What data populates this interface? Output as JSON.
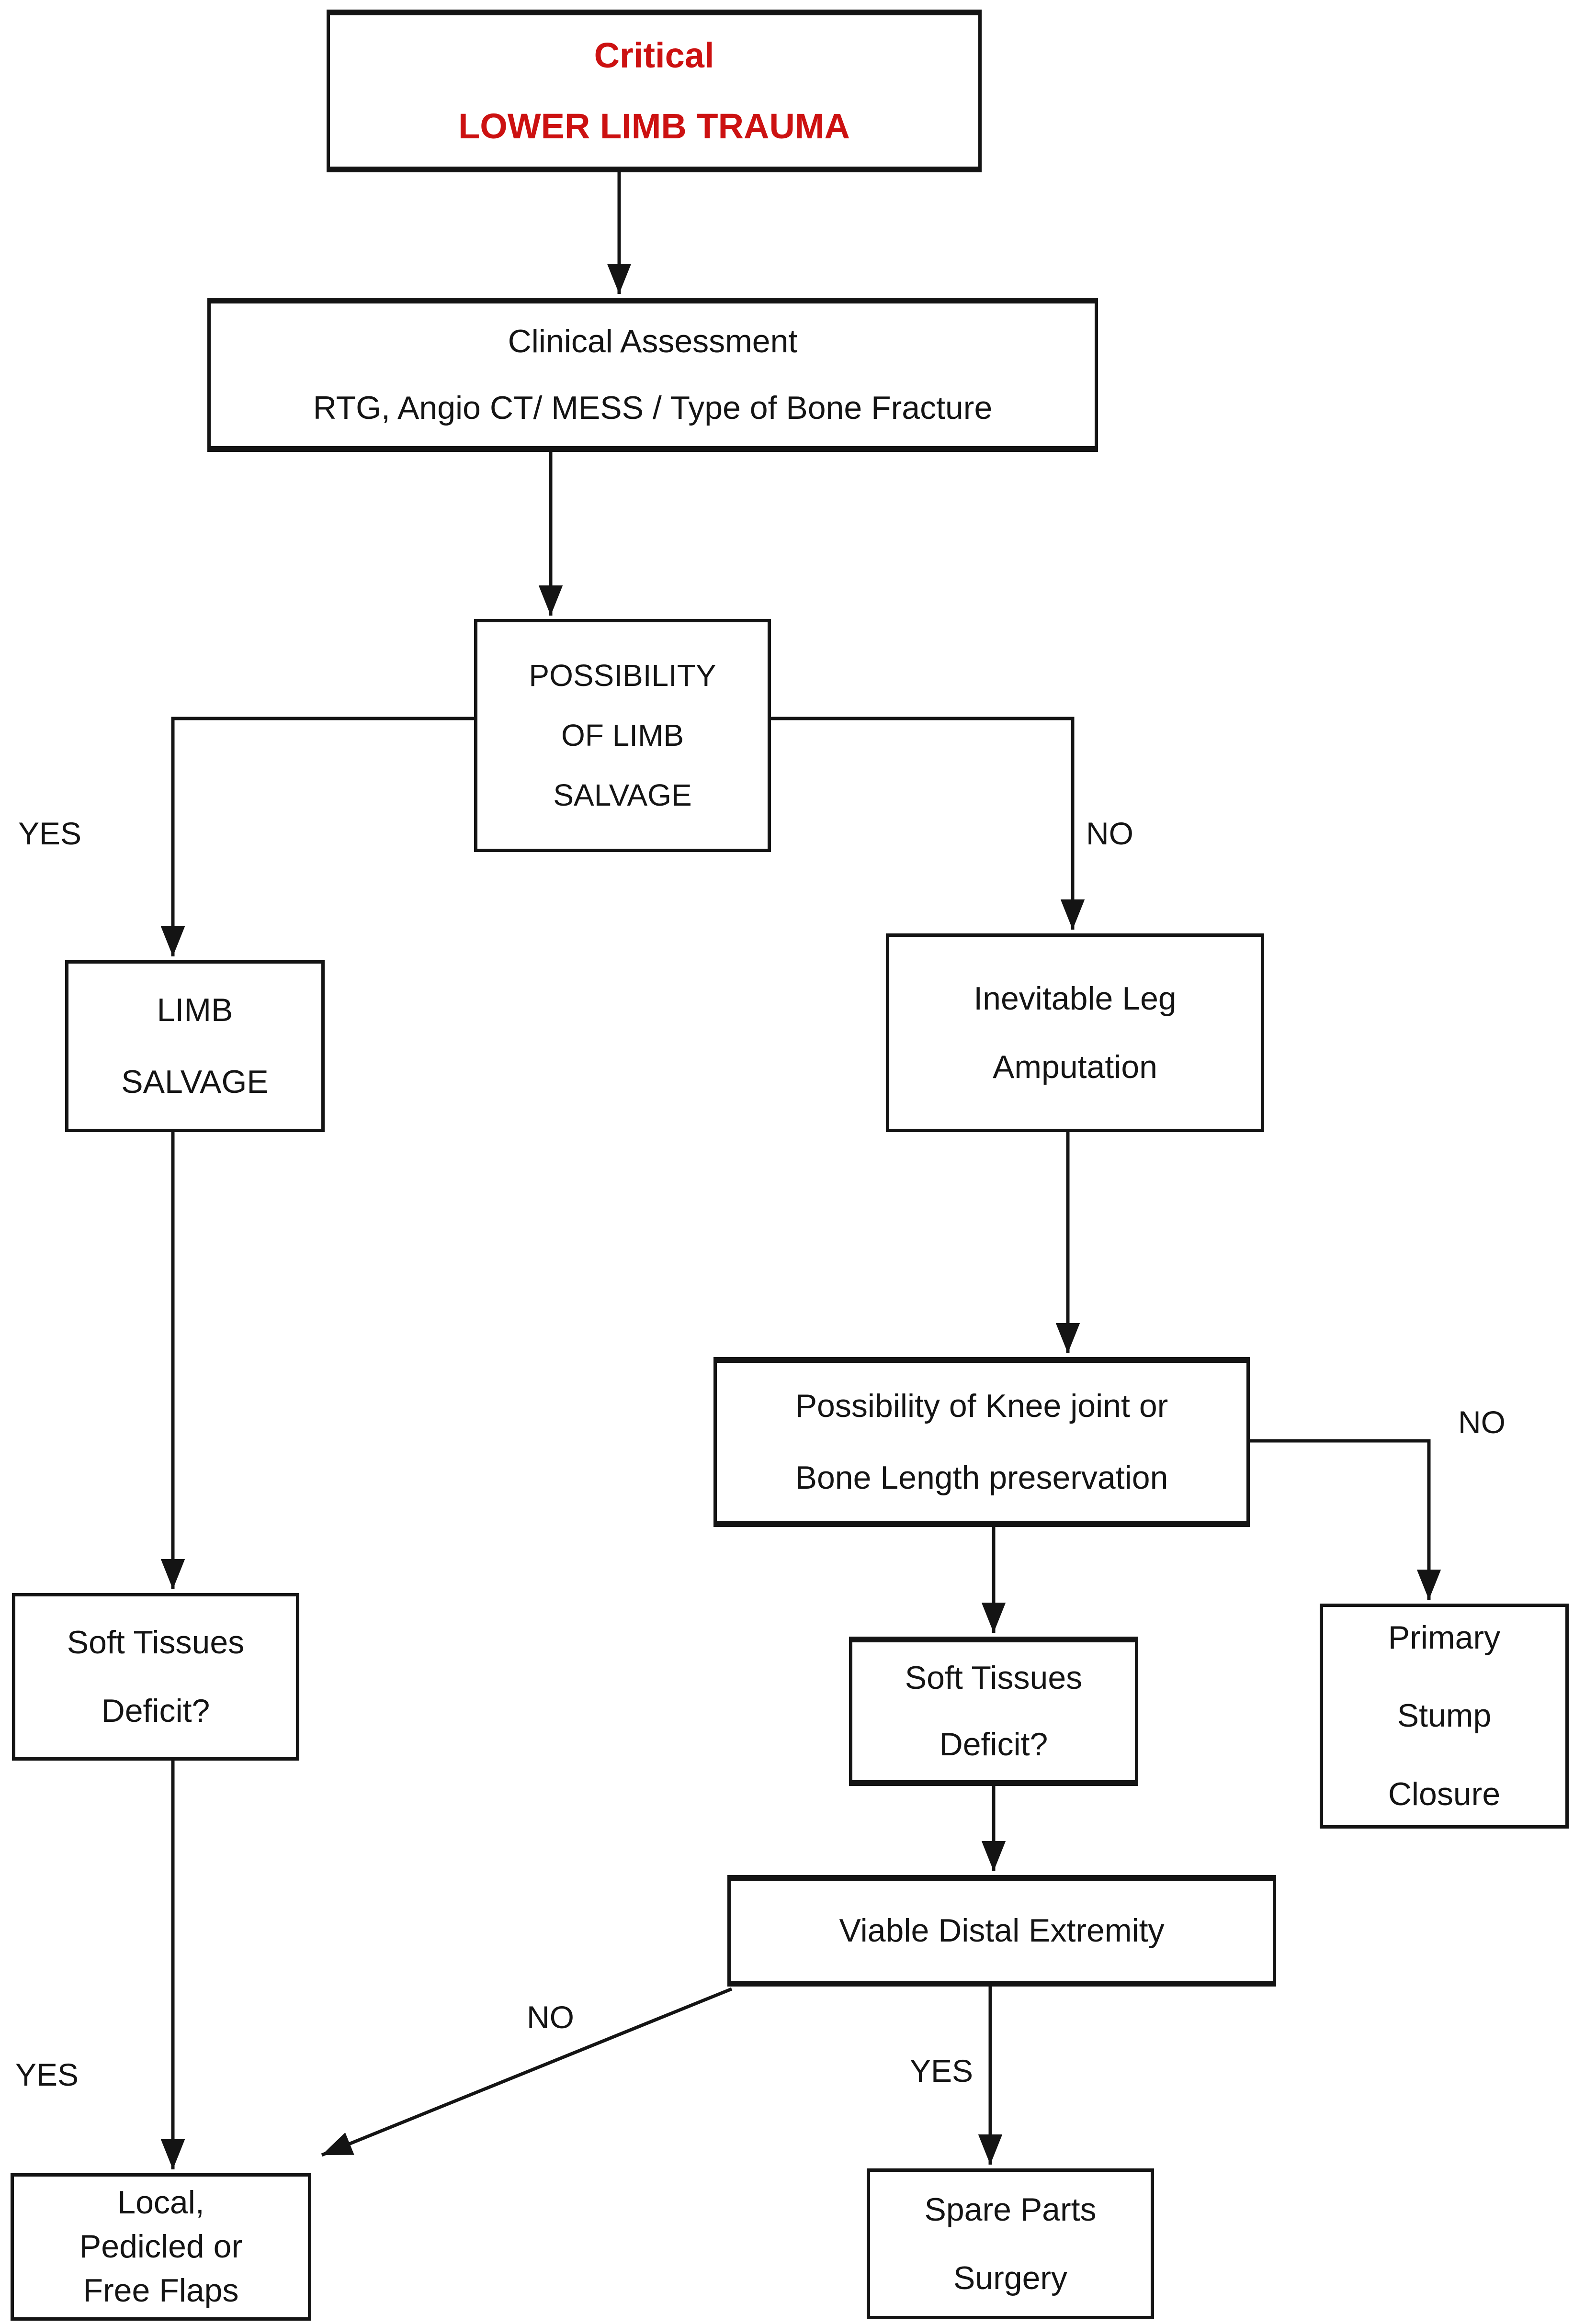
{
  "diagram_type": "medical-decision-flowchart",
  "colors": {
    "title_text": "#cc1111",
    "ink": "#141414",
    "background": "#ffffff"
  },
  "nodes": {
    "critical": {
      "lines": [
        "Critical",
        "LOWER LIMB TRAUMA"
      ]
    },
    "clinical": {
      "lines": [
        "Clinical Assessment",
        "RTG, Angio CT/ MESS / Type of Bone Fracture"
      ]
    },
    "possibility": {
      "lines": [
        "POSSIBILITY",
        "OF LIMB",
        "SALVAGE"
      ]
    },
    "limb": {
      "lines": [
        "LIMB",
        "SALVAGE"
      ]
    },
    "inevitable": {
      "lines": [
        "Inevitable Leg",
        "Amputation"
      ]
    },
    "knee": {
      "lines": [
        "Possibility of Knee joint or",
        "Bone Length preservation"
      ]
    },
    "soft_left": {
      "lines": [
        "Soft Tissues",
        "Deficit?"
      ]
    },
    "soft_mid": {
      "lines": [
        "Soft Tissues",
        "Deficit?"
      ]
    },
    "primary": {
      "lines": [
        "Primary",
        "Stump",
        "Closure"
      ]
    },
    "viable": {
      "lines": [
        "Viable Distal Extremity"
      ]
    },
    "local": {
      "lines": [
        "Local,",
        "Pedicled or",
        "Free Flaps"
      ]
    },
    "spare": {
      "lines": [
        "Spare Parts",
        "Surgery"
      ]
    }
  },
  "edge_labels": {
    "yes_salvage": "YES",
    "no_salvage": "NO",
    "no_preservation": "NO",
    "yes_deficit_left": "YES",
    "no_viable": "NO",
    "yes_viable": "YES"
  }
}
